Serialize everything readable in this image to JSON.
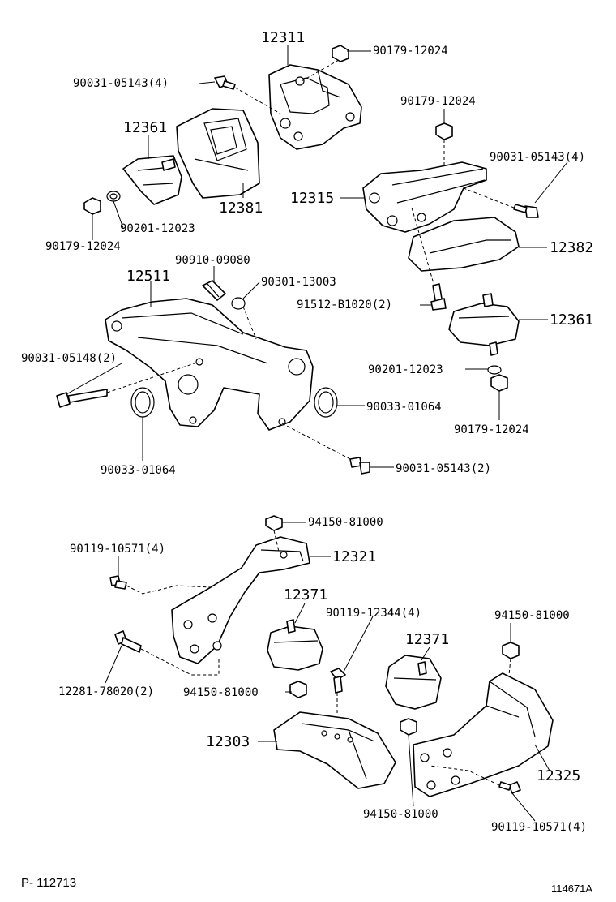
{
  "footer": {
    "page_code": "P- 112713",
    "figure_code": "114671A"
  },
  "labels": {
    "p12311": "12311",
    "p90179_12024_a": "90179-12024",
    "p90031_05143_4_a": "90031-05143(4)",
    "p12361_a": "12361",
    "p12381": "12381",
    "p90201_12023_a": "90201-12023",
    "p90179_12024_b": "90179-12024",
    "p90179_12024_c": "90179-12024",
    "p90031_05143_4_b": "90031-05143(4)",
    "p12315": "12315",
    "p12382": "12382",
    "p90910_09080": "90910-09080",
    "p12511": "12511",
    "p90301_13003": "90301-13003",
    "p91512_b1020_2": "91512-B1020(2)",
    "p12361_b": "12361",
    "p90031_05148_2": "90031-05148(2)",
    "p90201_12023_b": "90201-12023",
    "p90033_01064_a": "90033-01064",
    "p90179_12024_d": "90179-12024",
    "p90033_01064_b": "90033-01064",
    "p90031_05143_2": "90031-05143(2)",
    "p94150_81000_a": "94150-81000",
    "p90119_10571_4_a": "90119-10571(4)",
    "p12321": "12321",
    "p12371_a": "12371",
    "p90119_12344_4": "90119-12344(4)",
    "p94150_81000_b": "94150-81000",
    "p12371_b": "12371",
    "p12281_78020_2": "12281-78020(2)",
    "p94150_81000_c": "94150-81000",
    "p12303": "12303",
    "p12325": "12325",
    "p94150_81000_d": "94150-81000",
    "p90119_10571_4_b": "90119-10571(4)"
  }
}
